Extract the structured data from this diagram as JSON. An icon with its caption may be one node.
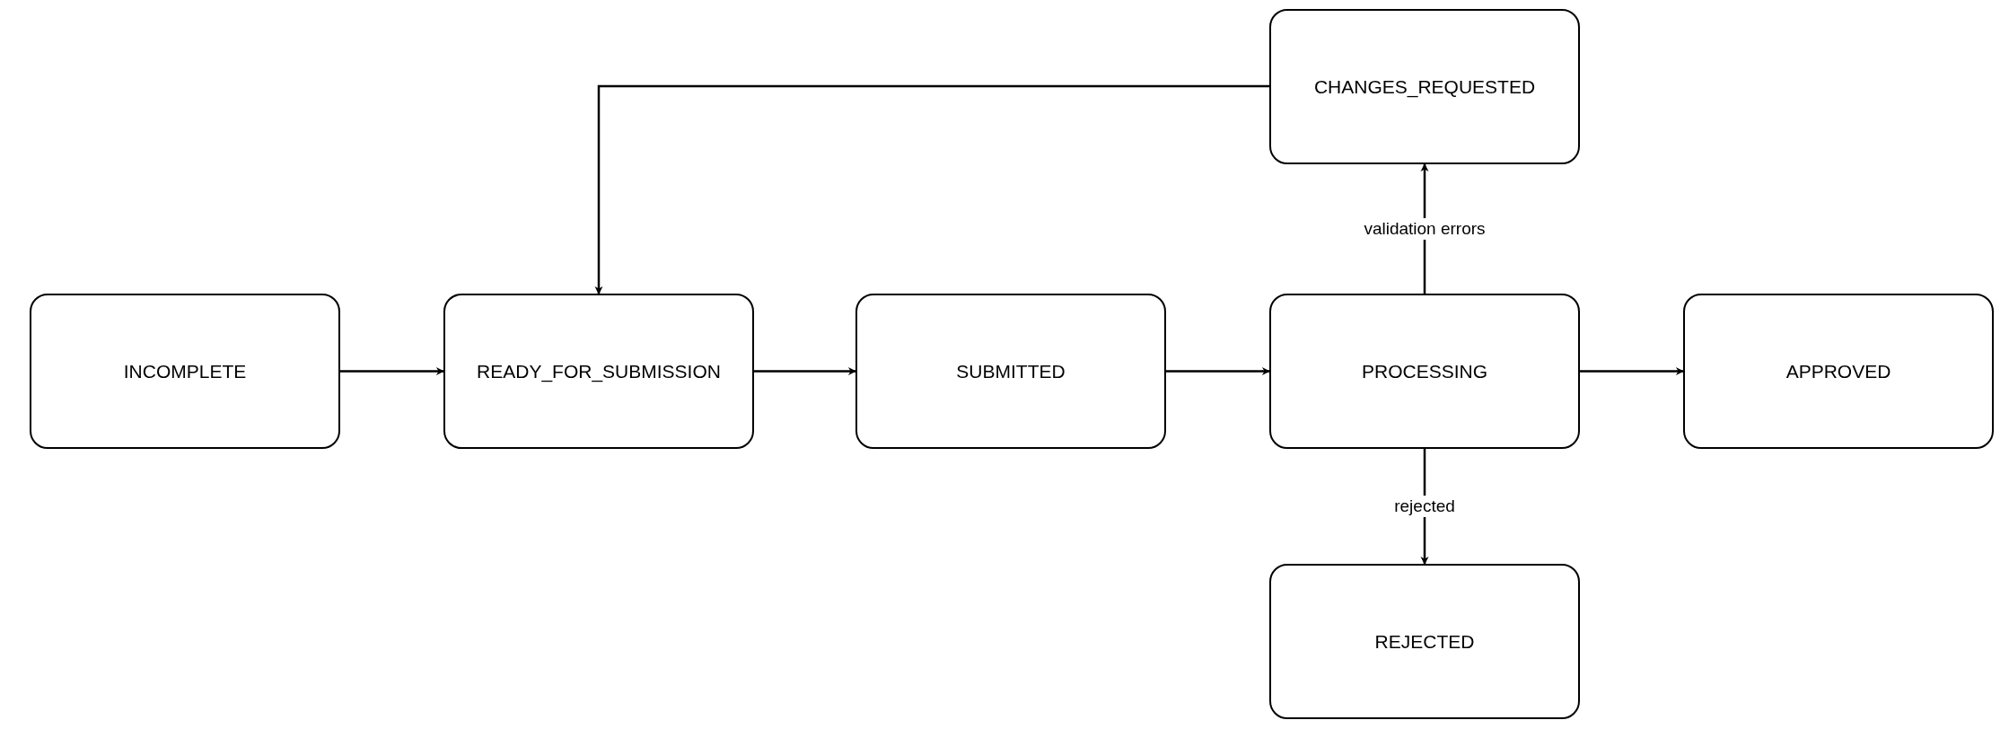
{
  "diagram": {
    "nodes": [
      {
        "text": [
          "CHANGES_REQUESTED"
        ]
      },
      {
        "text": [
          "INCOMPLETE"
        ]
      },
      {
        "text": [
          "READY_FOR_SUBMISSION"
        ]
      },
      {
        "text": [
          "SUBMITTED"
        ]
      },
      {
        "text": [
          "PROCESSING"
        ]
      },
      {
        "text": [
          "APPROVED"
        ]
      },
      {
        "text": [
          "REJECTED"
        ]
      }
    ],
    "edges": [
      {
        "from": 1,
        "to": 2,
        "arrow": "to"
      },
      {
        "from": 2,
        "to": 3,
        "arrow": "to"
      },
      {
        "from": 3,
        "to": 4,
        "arrow": "to"
      },
      {
        "from": 4,
        "to": 5,
        "arrow": "to"
      },
      {
        "from": 4,
        "to": 0,
        "arrow": "to",
        "label": "validation errors"
      },
      {
        "from": 4,
        "to": 6,
        "arrow": "to",
        "label": "rejected"
      },
      {
        "from": 0,
        "to": 2,
        "arrow": "to"
      }
    ]
  }
}
